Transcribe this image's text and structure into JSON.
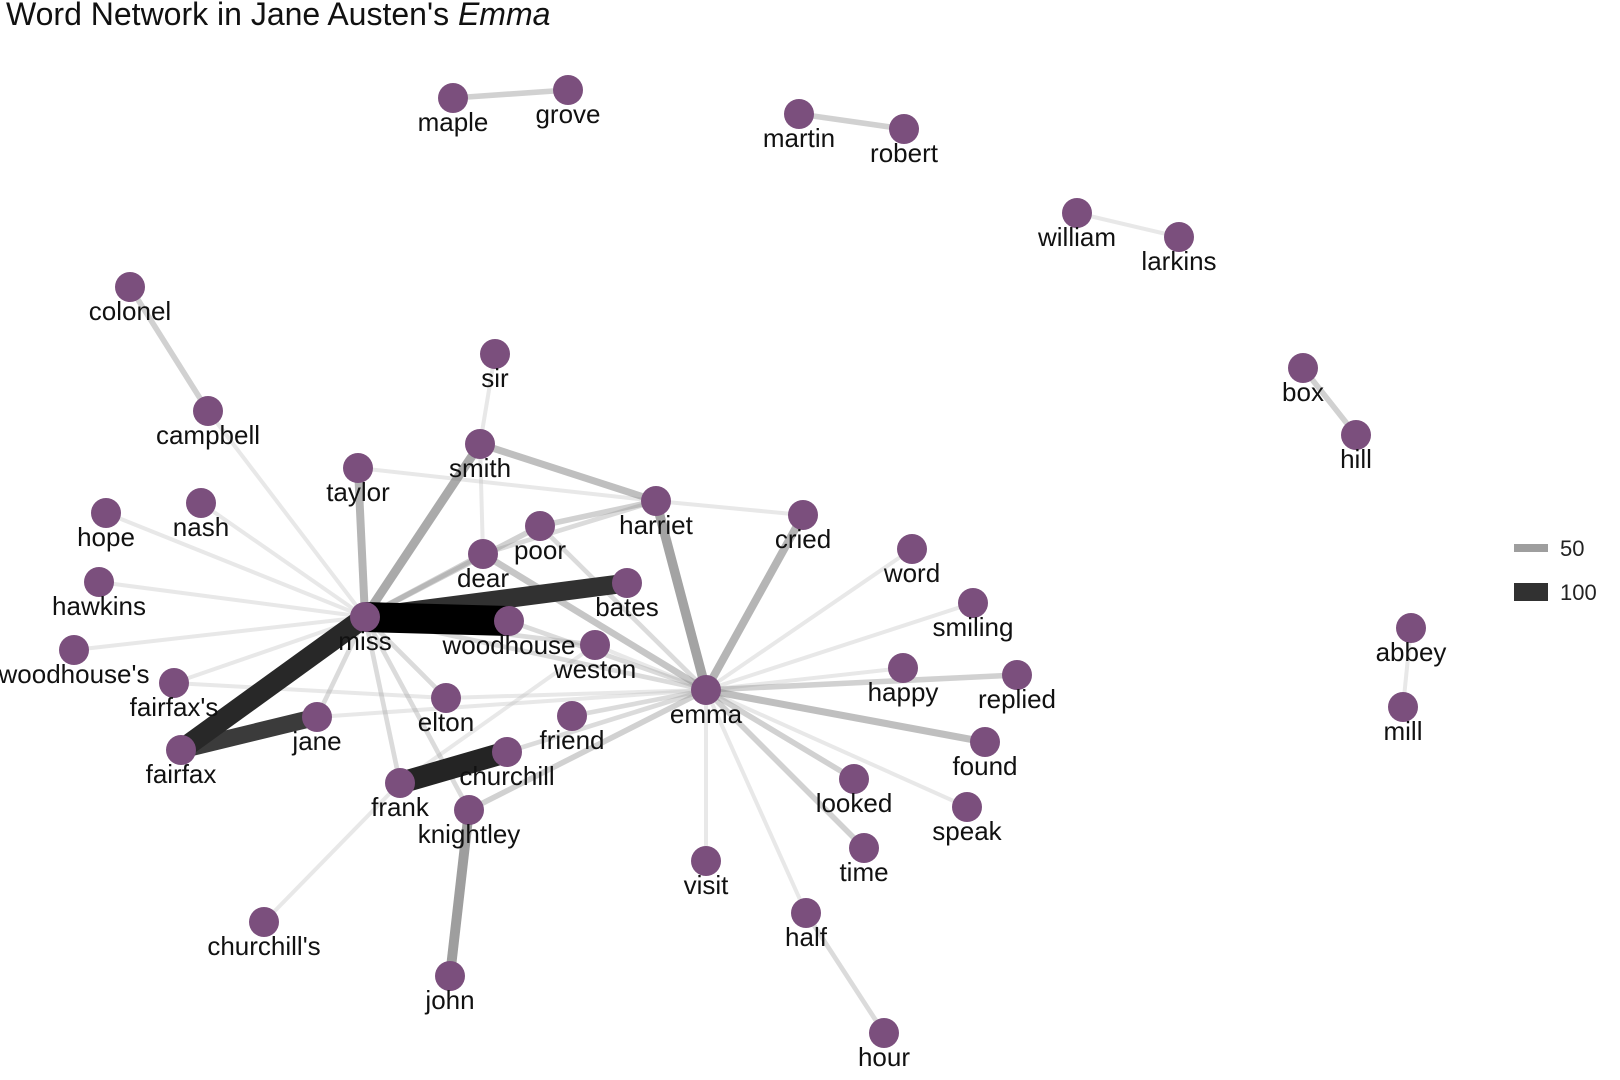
{
  "title": {
    "prefix": "Word Network in Jane Austen's ",
    "italic": "Emma"
  },
  "colors": {
    "node": "#7b4f7d",
    "edge_light": "#bdbdbd",
    "edge_dark": "#000000"
  },
  "legend": [
    {
      "label": "50",
      "weight": 50
    },
    {
      "label": "100",
      "weight": 100
    }
  ],
  "nodes": [
    {
      "id": "maple",
      "label": "maple"
    },
    {
      "id": "grove",
      "label": "grove"
    },
    {
      "id": "martin",
      "label": "martin"
    },
    {
      "id": "robert",
      "label": "robert"
    },
    {
      "id": "william",
      "label": "william"
    },
    {
      "id": "larkins",
      "label": "larkins"
    },
    {
      "id": "colonel",
      "label": "colonel"
    },
    {
      "id": "campbell",
      "label": "campbell"
    },
    {
      "id": "sir",
      "label": "sir"
    },
    {
      "id": "smith",
      "label": "smith"
    },
    {
      "id": "taylor",
      "label": "taylor"
    },
    {
      "id": "box",
      "label": "box"
    },
    {
      "id": "hill",
      "label": "hill"
    },
    {
      "id": "hope",
      "label": "hope"
    },
    {
      "id": "nash",
      "label": "nash"
    },
    {
      "id": "harriet",
      "label": "harriet"
    },
    {
      "id": "cried",
      "label": "cried"
    },
    {
      "id": "poor",
      "label": "poor"
    },
    {
      "id": "word",
      "label": "word"
    },
    {
      "id": "dear",
      "label": "dear"
    },
    {
      "id": "hawkins",
      "label": "hawkins"
    },
    {
      "id": "bates",
      "label": "bates"
    },
    {
      "id": "smiling",
      "label": "smiling"
    },
    {
      "id": "miss",
      "label": "miss"
    },
    {
      "id": "woodhouse",
      "label": "woodhouse"
    },
    {
      "id": "abbey",
      "label": "abbey"
    },
    {
      "id": "woodhouses",
      "label": "woodhouse's"
    },
    {
      "id": "weston",
      "label": "weston"
    },
    {
      "id": "happy",
      "label": "happy"
    },
    {
      "id": "replied",
      "label": "replied"
    },
    {
      "id": "fairfaxs",
      "label": "fairfax's"
    },
    {
      "id": "emma",
      "label": "emma"
    },
    {
      "id": "elton",
      "label": "elton"
    },
    {
      "id": "mill",
      "label": "mill"
    },
    {
      "id": "friend",
      "label": "friend"
    },
    {
      "id": "jane",
      "label": "jane"
    },
    {
      "id": "found",
      "label": "found"
    },
    {
      "id": "fairfax",
      "label": "fairfax"
    },
    {
      "id": "churchill",
      "label": "churchill"
    },
    {
      "id": "looked",
      "label": "looked"
    },
    {
      "id": "frank",
      "label": "frank"
    },
    {
      "id": "knightley",
      "label": "knightley"
    },
    {
      "id": "speak",
      "label": "speak"
    },
    {
      "id": "time",
      "label": "time"
    },
    {
      "id": "visit",
      "label": "visit"
    },
    {
      "id": "half",
      "label": "half"
    },
    {
      "id": "churchills",
      "label": "churchill's"
    },
    {
      "id": "john",
      "label": "john"
    },
    {
      "id": "hour",
      "label": "hour"
    }
  ],
  "edges": [
    {
      "from": "maple",
      "to": "grove",
      "weight": 27
    },
    {
      "from": "martin",
      "to": "robert",
      "weight": 27
    },
    {
      "from": "william",
      "to": "larkins",
      "weight": 18
    },
    {
      "from": "colonel",
      "to": "campbell",
      "weight": 27
    },
    {
      "from": "box",
      "to": "hill",
      "weight": 27
    },
    {
      "from": "abbey",
      "to": "mill",
      "weight": 18
    },
    {
      "from": "sir",
      "to": "smith",
      "weight": 18
    },
    {
      "from": "smith",
      "to": "harriet",
      "weight": 35
    },
    {
      "from": "smith",
      "to": "miss",
      "weight": 45
    },
    {
      "from": "smith",
      "to": "dear",
      "weight": 18
    },
    {
      "from": "taylor",
      "to": "miss",
      "weight": 40
    },
    {
      "from": "taylor",
      "to": "harriet",
      "weight": 18
    },
    {
      "from": "harriet",
      "to": "cried",
      "weight": 18
    },
    {
      "from": "harriet",
      "to": "poor",
      "weight": 27
    },
    {
      "from": "harriet",
      "to": "dear",
      "weight": 22
    },
    {
      "from": "harriet",
      "to": "emma",
      "weight": 48
    },
    {
      "from": "cried",
      "to": "emma",
      "weight": 40
    },
    {
      "from": "poor",
      "to": "miss",
      "weight": 27
    },
    {
      "from": "poor",
      "to": "emma",
      "weight": 22
    },
    {
      "from": "dear",
      "to": "miss",
      "weight": 27
    },
    {
      "from": "dear",
      "to": "emma",
      "weight": 32
    },
    {
      "from": "miss",
      "to": "woodhouse",
      "weight": 160
    },
    {
      "from": "miss",
      "to": "bates",
      "weight": 100
    },
    {
      "from": "miss",
      "to": "fairfax",
      "weight": 110
    },
    {
      "from": "miss",
      "to": "campbell",
      "weight": 18
    },
    {
      "from": "miss",
      "to": "hope",
      "weight": 18
    },
    {
      "from": "miss",
      "to": "nash",
      "weight": 18
    },
    {
      "from": "miss",
      "to": "hawkins",
      "weight": 18
    },
    {
      "from": "miss",
      "to": "woodhouses",
      "weight": 18
    },
    {
      "from": "miss",
      "to": "fairfaxs",
      "weight": 18
    },
    {
      "from": "miss",
      "to": "weston",
      "weight": 22
    },
    {
      "from": "miss",
      "to": "jane",
      "weight": 22
    },
    {
      "from": "miss",
      "to": "elton",
      "weight": 22
    },
    {
      "from": "miss",
      "to": "frank",
      "weight": 22
    },
    {
      "from": "miss",
      "to": "knightley",
      "weight": 22
    },
    {
      "from": "miss",
      "to": "emma",
      "weight": 22
    },
    {
      "from": "woodhouse",
      "to": "emma",
      "weight": 22
    },
    {
      "from": "weston",
      "to": "frank",
      "weight": 18
    },
    {
      "from": "weston",
      "to": "emma",
      "weight": 18
    },
    {
      "from": "jane",
      "to": "fairfax",
      "weight": 90
    },
    {
      "from": "jane",
      "to": "emma",
      "weight": 18
    },
    {
      "from": "fairfaxs",
      "to": "elton",
      "weight": 18
    },
    {
      "from": "elton",
      "to": "emma",
      "weight": 18
    },
    {
      "from": "frank",
      "to": "churchill",
      "weight": 115
    },
    {
      "from": "frank",
      "to": "churchills",
      "weight": 18
    },
    {
      "from": "churchill",
      "to": "emma",
      "weight": 22
    },
    {
      "from": "knightley",
      "to": "john",
      "weight": 50
    },
    {
      "from": "knightley",
      "to": "emma",
      "weight": 27
    },
    {
      "from": "friend",
      "to": "emma",
      "weight": 22
    },
    {
      "from": "emma",
      "to": "word",
      "weight": 18
    },
    {
      "from": "emma",
      "to": "smiling",
      "weight": 18
    },
    {
      "from": "emma",
      "to": "happy",
      "weight": 18
    },
    {
      "from": "emma",
      "to": "replied",
      "weight": 27
    },
    {
      "from": "emma",
      "to": "found",
      "weight": 35
    },
    {
      "from": "emma",
      "to": "looked",
      "weight": 27
    },
    {
      "from": "emma",
      "to": "speak",
      "weight": 18
    },
    {
      "from": "emma",
      "to": "time",
      "weight": 27
    },
    {
      "from": "emma",
      "to": "visit",
      "weight": 18
    },
    {
      "from": "emma",
      "to": "half",
      "weight": 18
    },
    {
      "from": "half",
      "to": "hour",
      "weight": 22
    }
  ]
}
